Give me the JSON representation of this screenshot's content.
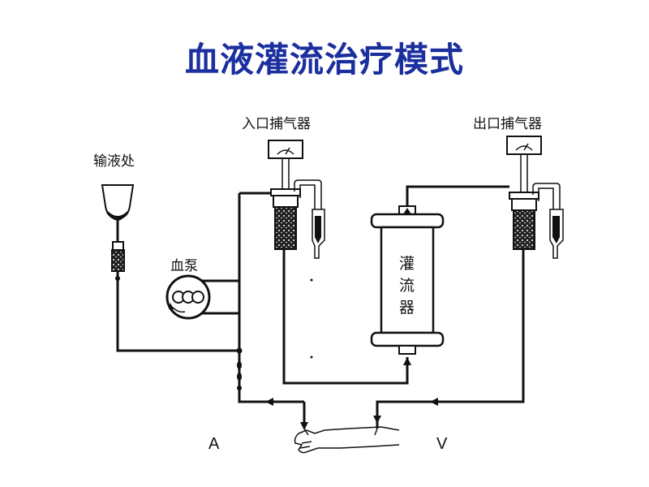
{
  "title": "血液灌流治疗模式",
  "labels": {
    "infusion": "输液处",
    "pump": "血泵",
    "inlet_trap": "入口捕气器",
    "outlet_trap": "出口捕气器",
    "perfusor_chars": [
      "灌",
      "流",
      "器"
    ],
    "arterial": "A",
    "venous": "V"
  }
}
